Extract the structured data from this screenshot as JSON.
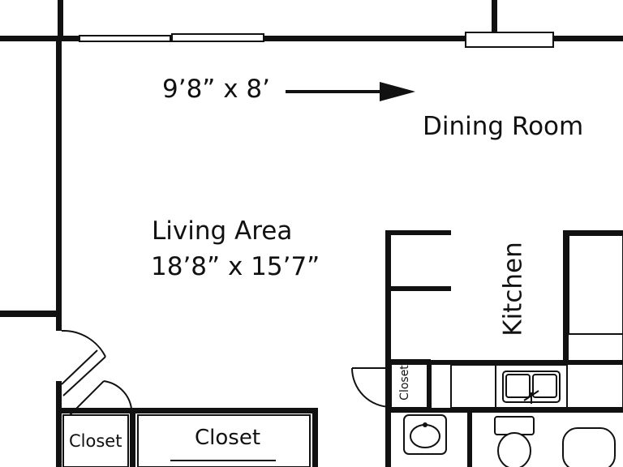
{
  "floorplan": {
    "dimension_dining": "9’8” x 8’",
    "room_dining": "Dining Room",
    "room_living": "Living Area",
    "dimension_living": "18’8” x 15’7”",
    "room_kitchen": "Kitchen",
    "closet_left": "Closet",
    "closet_center": "Closet",
    "closet_small": "Closet"
  },
  "colors": {
    "ink": "#111111",
    "paper": "#ffffff"
  },
  "icons": [
    "arrow-right-icon",
    "door-swing-icon",
    "sink-icon",
    "toilet-icon",
    "bathtub-icon",
    "window-icon"
  ]
}
